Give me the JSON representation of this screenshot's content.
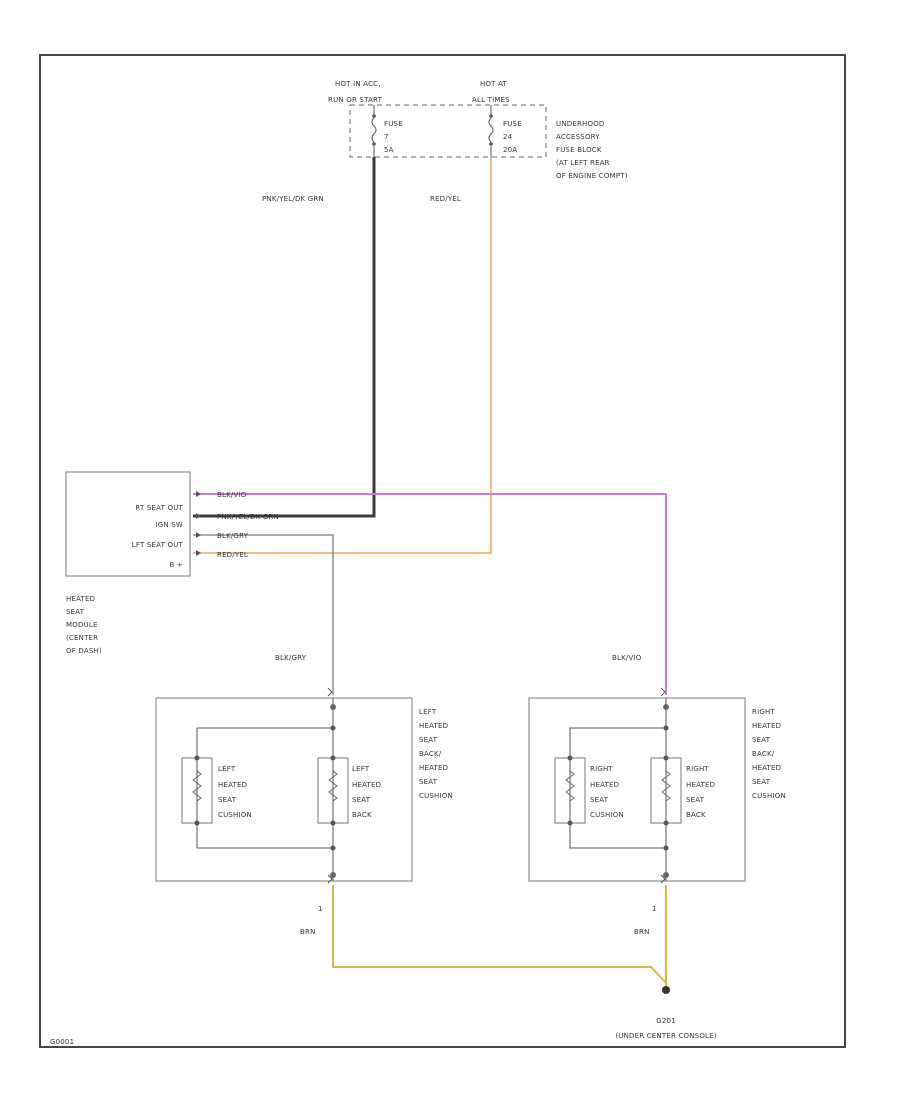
{
  "fuse_block": {
    "hot1_line1": "HOT IN ACC,",
    "hot1_line2": "RUN OR START",
    "hot2_line1": "HOT AT",
    "hot2_line2": "ALL TIMES",
    "fuse1_line1": "FUSE",
    "fuse1_line2": "7",
    "fuse1_line3": "5A",
    "fuse2_line1": "FUSE",
    "fuse2_line2": "24",
    "fuse2_line3": "20A",
    "label_lines": [
      "UNDERHOOD",
      "ACCESSORY",
      "FUSE BLOCK",
      "(AT LEFT REAR",
      "OF ENGINE COMPT)"
    ]
  },
  "wires": {
    "pnk_yel_grn": "PNK/YEL/DK GRN",
    "red_yel": "RED/YEL",
    "blk_vio": "BLK/VIO",
    "blk_gry": "BLK/GRY",
    "brn1": "BRN",
    "brn2": "BRN",
    "pin1": "1",
    "pin2": "1"
  },
  "module": {
    "pins": [
      "RT SEAT OUT",
      "IGN SW",
      "LFT SEAT OUT",
      "B +"
    ],
    "wire_labels": [
      "BLK/VIO",
      "PNK/YEL/DK GRN",
      "BLK/GRY",
      "RED/YEL"
    ],
    "label_lines": [
      "HEATED",
      "SEAT",
      "MODULE",
      "(CENTER",
      "OF DASH)"
    ]
  },
  "left_seat": {
    "label_lines": [
      "LEFT",
      "HEATED",
      "SEAT",
      "BACK/",
      "HEATED",
      "SEAT",
      "CUSHION"
    ],
    "cushion_lines": [
      "LEFT",
      "HEATED",
      "SEAT",
      "CUSHION"
    ],
    "back_lines": [
      "LEFT",
      "HEATED",
      "SEAT",
      "BACK"
    ]
  },
  "right_seat": {
    "label_lines": [
      "RIGHT",
      "HEATED",
      "SEAT",
      "BACK/",
      "HEATED",
      "SEAT",
      "CUSHION"
    ],
    "cushion_lines": [
      "RIGHT",
      "HEATED",
      "SEAT",
      "CUSHION"
    ],
    "back_lines": [
      "RIGHT",
      "HEATED",
      "SEAT",
      "BACK"
    ]
  },
  "ground": {
    "name": "G201",
    "location": "(UNDER CENTER CONSOLE)"
  },
  "footer_code": "G0001",
  "colors": {
    "pnk_yel_grn": "#3a3a3a",
    "red_yel": "#f5a35a",
    "blk_vio": "#c87fd6",
    "blk_gry": "#8f8f8f",
    "brn": "#d8b64a"
  }
}
